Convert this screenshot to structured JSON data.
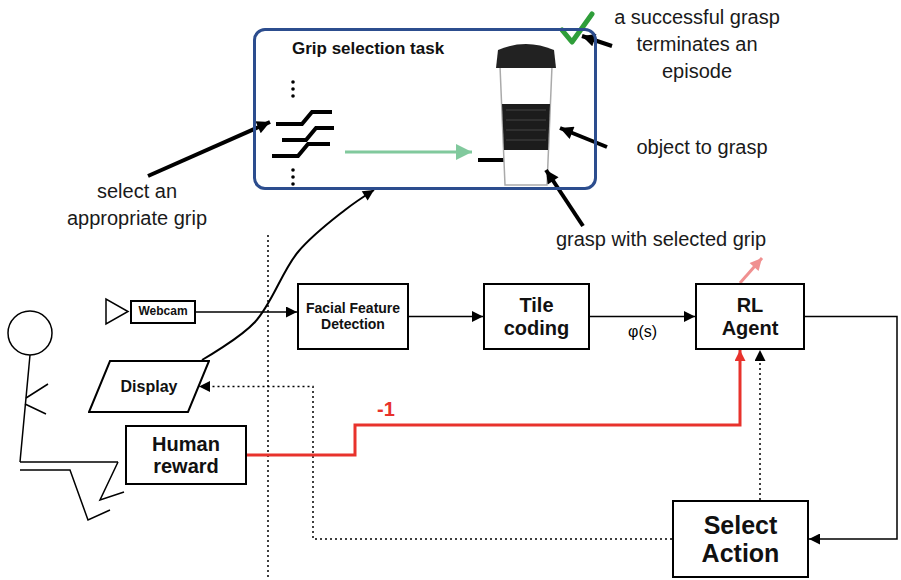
{
  "diagram": {
    "nodes": [
      {
        "text": [
          "Grip selection task"
        ]
      },
      {
        "text": [
          "Webcam"
        ]
      },
      {
        "text": [
          "Facial Feature Detection"
        ]
      },
      {
        "text": [
          "Tile coding"
        ]
      },
      {
        "text": [
          "RL Agent"
        ]
      },
      {
        "text": [
          "Display"
        ]
      },
      {
        "text": [
          "Human reward"
        ]
      },
      {
        "text": [
          "Select Action"
        ]
      }
    ],
    "edges": [
      {
        "from": 1,
        "to": 2,
        "arrow": "to"
      },
      {
        "from": 2,
        "to": 3,
        "arrow": "to"
      },
      {
        "from": 3,
        "to": 4,
        "label": "φ(s)",
        "arrow": "to"
      },
      {
        "from": 4,
        "to": 7,
        "arrow": "to"
      },
      {
        "from": 7,
        "to": 4,
        "arrow": "to"
      },
      {
        "from": 7,
        "to": 5,
        "arrow": "to"
      },
      {
        "from": 6,
        "to": 4,
        "label": "-1",
        "arrow": "to"
      },
      {
        "from": 5,
        "to": 0,
        "arrow": "to"
      }
    ],
    "labels": [
      "a successful grasp terminates an episode",
      "select an appropriate grip",
      "object to grasp",
      "grasp with selected grip"
    ]
  }
}
